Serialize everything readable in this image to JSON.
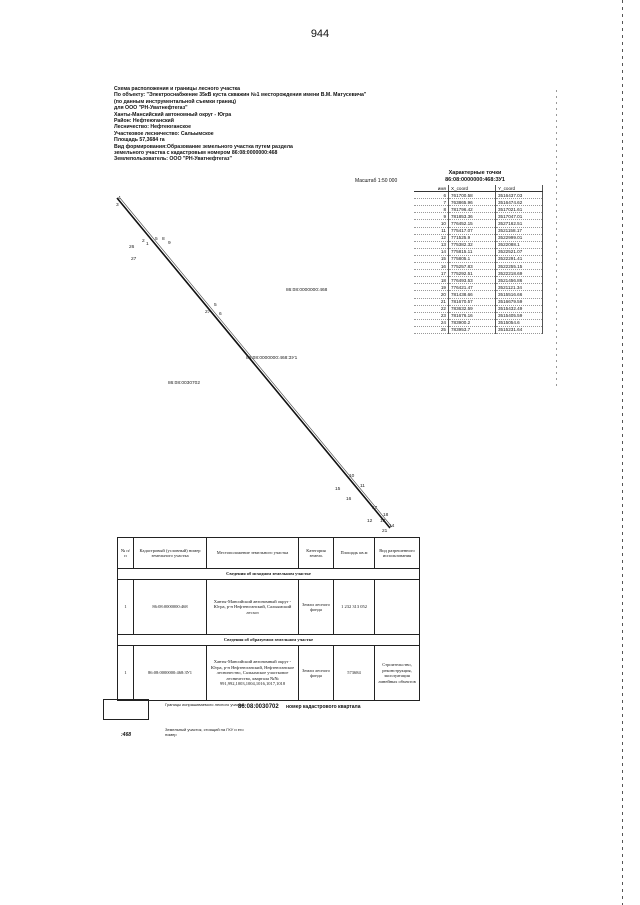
{
  "page_number": "944",
  "header": {
    "lines": [
      "Схема расположения и границы лесного участка",
      "По объекту: \"Электроснабжение 35кВ куста скважин №1 месторождения имени В.М. Матусевича\"",
      "(по данным инструментальной съемки границ)",
      "для ООО \"РН-Уватнефтегаз\"",
      "Ханты-Мансийский автономный округ - Югра",
      "Район: Нефтеюганский",
      "Лесничество: Нефтеюганское",
      "Участковое лесничество: Сальымское",
      "Площадь 57,3684 га",
      "Вид формирования:Образование земельного участка путем раздела",
      "земельного участка с кадастровым номером 86:08:0000000:468",
      "Землепользователь: ООО \"РН-Уватнефтегаз\""
    ]
  },
  "scale": "Масштаб 1:50 000",
  "coords": {
    "title1": "Характерные точки",
    "title2": "86:08:0000000:468:ЗУ1",
    "col_num": "имя",
    "col_x": "X_coord",
    "col_y": "Y_coord",
    "rows": [
      [
        "6",
        "761700.58",
        "3516437.03"
      ],
      [
        "7",
        "763865.96",
        "3516474.62"
      ],
      [
        "8",
        "781796.42",
        "3517021.61"
      ],
      [
        "9",
        "781853.36",
        "3517047.01"
      ],
      [
        "10",
        "776452.15",
        "3527162.51"
      ],
      [
        "11",
        "775417.07",
        "3521158.17"
      ],
      [
        "12",
        "771525.9",
        "3522999.01"
      ],
      [
        "13",
        "775382.32",
        "3522088.1"
      ],
      [
        "14",
        "775815.11",
        "3522521.07"
      ],
      [
        "15",
        "775805.1",
        "3522291.41"
      ],
      [
        "16",
        "775257.83",
        "3522255.15"
      ],
      [
        "17",
        "775292.51",
        "3522218.69"
      ],
      [
        "18",
        "776493.53",
        "3521456.86"
      ],
      [
        "19",
        "776421.47",
        "3521121.34"
      ],
      [
        "20",
        "781438.66",
        "3515516.66"
      ],
      [
        "21",
        "781670.57",
        "3516679.59"
      ],
      [
        "22",
        "783632.59",
        "3515432.49"
      ],
      [
        "23",
        "781676.16",
        "3515405.59"
      ],
      [
        "24",
        "783900.2",
        "3515054.6"
      ],
      [
        "25",
        "783953.7",
        "3515231.64"
      ]
    ]
  },
  "map_labels": {
    "parcel_main": "86:08:0000000:468",
    "parcel_zu": "86:08:0000000:468:ЗУ1",
    "quarter": "86:08:0030702",
    "points_top": [
      "4",
      "3",
      "2",
      "1",
      "5",
      "8",
      "9",
      "26",
      "27"
    ],
    "points_mid": [
      "5",
      "27",
      "6"
    ],
    "points_bottom": [
      "10",
      "11",
      "15",
      "16",
      "17",
      "18",
      "12",
      "13",
      "14",
      "21"
    ]
  },
  "table": {
    "headers": [
      "№ п/п",
      "Кадастровый (условный) номер земельного участка",
      "Местоположение земельного участка",
      "Категория земель",
      "Площадь кв.м",
      "Вид разрешенного использования"
    ],
    "section1": "Сведения об исходном земельном участке",
    "row1": [
      "1",
      "86:08:0000000:468",
      "Ханты-Мансийский автономный округ - Югра, р-н Нефтеюганский, Сальымский лесхоз",
      "Земли лесного фонда",
      "1 232 313 052",
      ""
    ],
    "section2": "Сведения об образуемом земельном участке",
    "row2": [
      "1",
      "86:08:0000000:468:ЗУ1",
      "Ханты-Мансийский автономный округ - Югра, р-н Нефтеюганский, Нефтеюганское лесничество, Сальымское участковое лесничество, квартала №№ 991,992,1003,1004,1016,1017,1018",
      "Земли лесного фонда",
      "573684",
      "Строительство, реконструкция, эксплуатация линейных объектов"
    ]
  },
  "legend": {
    "box_text": "Границы испрашиваемого лесного участка",
    "quarter_code": "86:08:0030702",
    "quarter_text": "номер кадастрового квартала",
    "parcel_code": ":468",
    "parcel_text": "Земельный участок, стоящий на ГКУ и его номер"
  }
}
